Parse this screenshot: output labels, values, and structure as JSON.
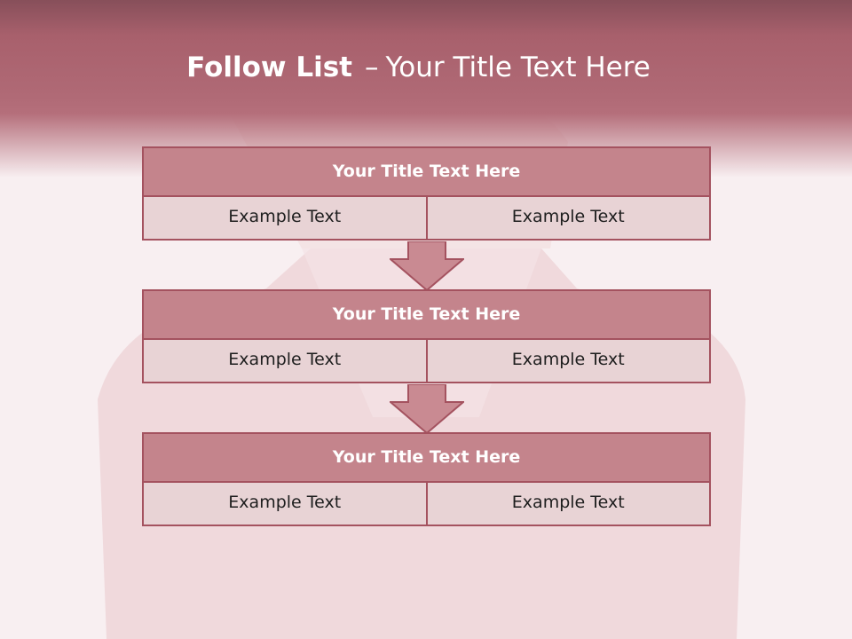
{
  "slide": {
    "title_bold": "Follow List",
    "title_sep": "–",
    "title_rest": "Your Title Text Here"
  },
  "blocks": [
    {
      "title": "Your Title Text Here",
      "cells": [
        "Example Text",
        "Example Text"
      ]
    },
    {
      "title": "Your Title Text Here",
      "cells": [
        "Example Text",
        "Example Text"
      ]
    },
    {
      "title": "Your Title Text Here",
      "cells": [
        "Example Text",
        "Example Text"
      ]
    }
  ],
  "colors": {
    "header": "#b06a76",
    "title_fill": "#c4848c",
    "cell_fill": "#e8d3d5",
    "border": "#a4525f",
    "arrow_fill": "#c98a92"
  }
}
